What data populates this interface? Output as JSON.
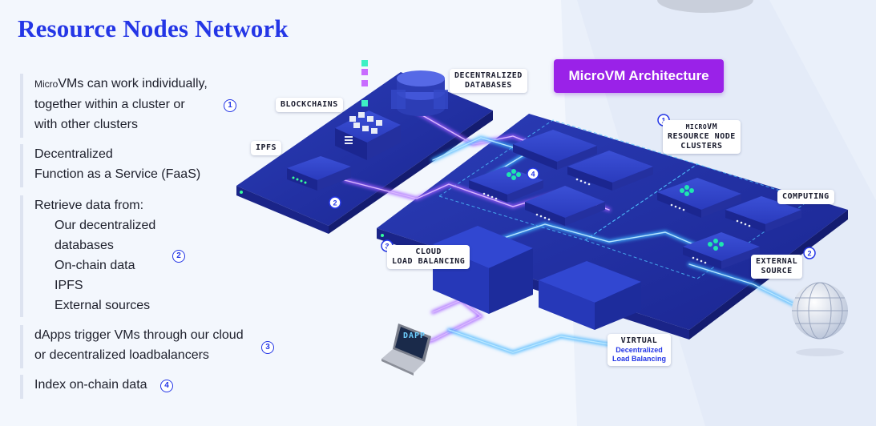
{
  "title": "Resource Nodes Network",
  "features": [
    {
      "lines": [
        "VMs can work individually,",
        "together within a cluster or",
        "with other clusters"
      ],
      "prefix": "Micro",
      "badge": "1"
    },
    {
      "lines": [
        "Decentralized",
        "Function as a Service (FaaS)"
      ],
      "badge": ""
    },
    {
      "lines": [
        "Retrieve data from:"
      ],
      "sub_lines": [
        "Our decentralized",
        "databases",
        "On-chain data",
        "IPFS",
        "External sources"
      ],
      "badge": "2"
    },
    {
      "lines": [
        "dApps trigger VMs through our cloud",
        "or decentralized loadbalancers"
      ],
      "badge": "3"
    },
    {
      "lines": [
        "Index on-chain data"
      ],
      "badge": "4"
    }
  ],
  "diagram": {
    "architecture_title": "MicroVM Architecture",
    "labels": {
      "databases": [
        "DECENTRALIZED",
        "DATABASES"
      ],
      "blockchains": "BLOCKCHAINS",
      "ipfs": "IPFS",
      "clusters_prefix": "MICRO",
      "clusters": [
        "VM",
        "RESOURCE NODE",
        "CLUSTERS"
      ],
      "computing": "COMPUTING",
      "cloud_lb": [
        "CLOUD",
        "LOAD BALANCING"
      ],
      "external_source": [
        "EXTERNAL",
        "SOURCE"
      ],
      "virtual": "VIRTUAL",
      "virtual_sub": [
        "Decentralized",
        "Load Balancing"
      ],
      "dapp": "DAPP"
    },
    "badges": {
      "clusters": "1",
      "ipfs": "2",
      "external": "2",
      "cloud": "3",
      "index": "4"
    }
  },
  "colors": {
    "accent": "#2436e6",
    "arch_badge": "#9a22e8",
    "platform": "#1f2fa6",
    "glow_blue": "#3db2ff",
    "glow_purple": "#a25bff",
    "node_green": "#1ee6b0"
  }
}
